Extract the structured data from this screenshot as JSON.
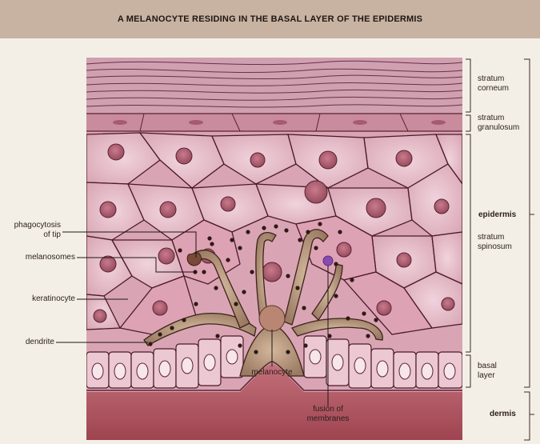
{
  "title": "A MELANOCYTE RESIDING IN THE BASAL LAYER OF THE EPIDERMIS",
  "layers": {
    "corneum": "stratum corneum",
    "corneum_l1": "stratum",
    "corneum_l2": "corneum",
    "granulosum_l1": "stratum",
    "granulosum_l2": "granulosum",
    "epidermis": "epidermis",
    "spinosum_l1": "stratum",
    "spinosum_l2": "spinosum",
    "basal_l1": "basal",
    "basal_l2": "layer",
    "dermis": "dermis"
  },
  "callouts": {
    "phago_l1": "phagocytosis",
    "phago_l2": "of tip",
    "melanosomes": "melanosomes",
    "keratinocyte": "keratinocyte",
    "dendrite": "dendrite",
    "melanocyte": "melanocyte",
    "fusion_l1": "fusion of",
    "fusion_l2": "membranes"
  },
  "colors": {
    "title_bar": "#c8b3a2",
    "page_background": "#f4efe6",
    "cell_fill": "#e7bfcc",
    "nucleus": "#a9596d",
    "melanocyte_fill": "#a88a72",
    "dermis": "#a8515d"
  }
}
